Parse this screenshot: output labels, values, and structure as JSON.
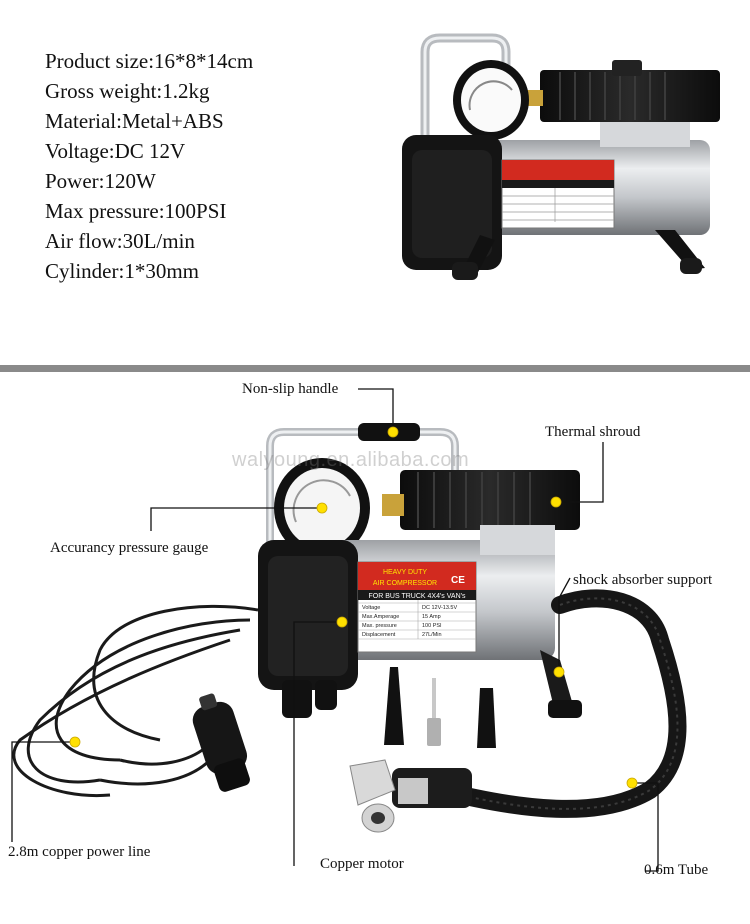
{
  "specs": [
    {
      "text": "Product size:16*8*14cm"
    },
    {
      "text": "Gross weight:1.2kg"
    },
    {
      "text": "Material:Metal+ABS"
    },
    {
      "text": "Voltage:DC 12V"
    },
    {
      "text": "Power:120W"
    },
    {
      "text": "Max pressure:100PSI"
    },
    {
      "text": "Air flow:30L/min"
    },
    {
      "text": "Cylinder:1*30mm"
    }
  ],
  "product_label": {
    "line1": "HEAVY DUTY",
    "line2": "AIR COMPRESSOR",
    "line3": "FOR BUS TRUCK 4X4's VAN's",
    "rows": [
      {
        "k": "Voltage",
        "v": "DC 12V-13.5V"
      },
      {
        "k": "Max.Amperage",
        "v": "15 Amp"
      },
      {
        "k": "Max. pressure",
        "v": "100 PSI"
      },
      {
        "k": "Displacement",
        "v": "27L/Min"
      }
    ],
    "ce": "CE"
  },
  "watermark": "walyoung.en.alibaba.com",
  "callouts": {
    "handle": "Non-slip handle",
    "shroud": "Thermal shroud",
    "gauge": "Accurancy pressure gauge",
    "shock": "shock absorber support",
    "power": "2.8m copper power line",
    "motor": "Copper motor",
    "tube": "0.6m Tube"
  },
  "colors": {
    "dot": "#ffe000",
    "body": "#1a1a1a",
    "metal": "#c9cbce",
    "label_red": "#d22a1f",
    "divider": "#8a8a8a"
  }
}
